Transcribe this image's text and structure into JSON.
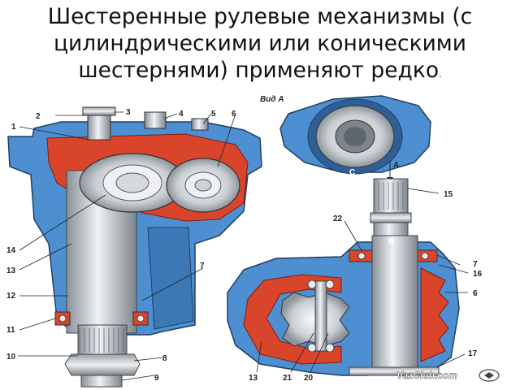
{
  "title": {
    "line1": "Шестеренные рулевые механизмы (с",
    "line2": "цилиндрическими или коническими",
    "line3": "шестернями) применяют редко",
    "line3_tail": "."
  },
  "diagram": {
    "view_caption": "Вид А",
    "letter_a": "A",
    "letter_b": "B",
    "letter_c": "C",
    "watermark": "VazClub.com",
    "left_labels": {
      "n1": "1",
      "n2": "2",
      "n3": "3",
      "n4": "4",
      "n5": "5",
      "n6": "6",
      "n7": "7",
      "n8": "8",
      "n9": "9",
      "n10": "10",
      "n11": "11",
      "n12": "12",
      "n13": "13",
      "n14": "14"
    },
    "right_labels": {
      "n15": "15",
      "n22": "22",
      "n7": "7",
      "n16": "16",
      "n6": "6",
      "n17": "17",
      "n13": "13",
      "n21": "21",
      "n20": "20"
    }
  },
  "colors": {
    "housing_blue": "#4d8fd1",
    "housing_dark": "#2f5f96",
    "red_part": "#d9452b",
    "steel": "#c8cdd2"
  }
}
